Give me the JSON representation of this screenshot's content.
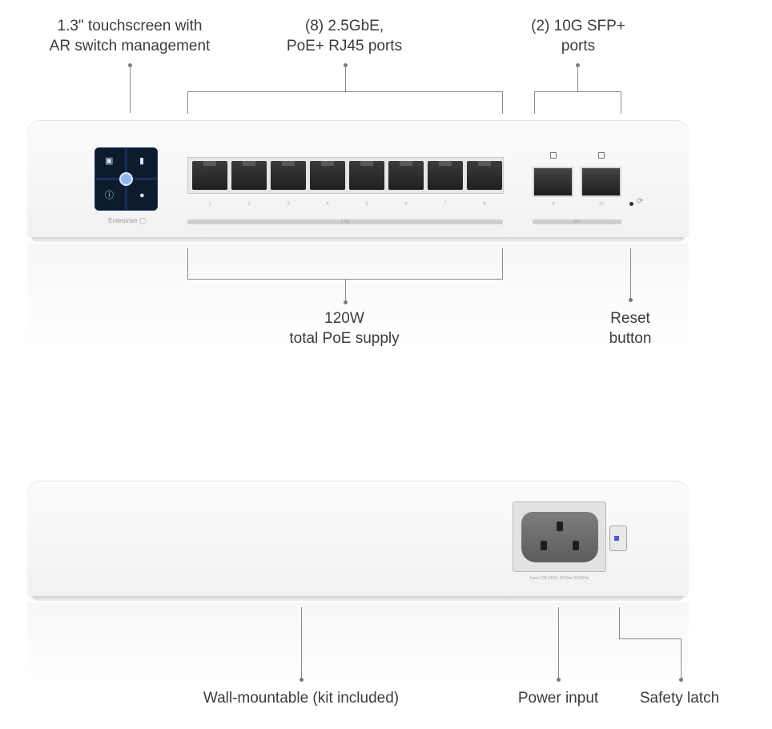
{
  "front_view": {
    "callout_touchscreen": "1.3\" touchscreen with\nAR switch management",
    "callout_rj45": "(8) 2.5GbE,\nPoE+ RJ45 ports",
    "callout_sfp": "(2) 10G SFP+\nports",
    "callout_poe": "120W\ntotal PoE supply",
    "callout_reset": "Reset\nbutton",
    "brand_text": "Enterprise",
    "rj45_ports": [
      "1",
      "2",
      "3",
      "4",
      "5",
      "6",
      "7",
      "8"
    ],
    "rj45_bar_label": "2.5G",
    "sfp_ports": [
      "9",
      "10"
    ],
    "sfp_bar_label": "10G"
  },
  "rear_view": {
    "callout_wall": "Wall-mountable (kit included)",
    "callout_power": "Power input",
    "callout_latch": "Safety latch",
    "power_spec": "Input 100-240V~2A Max 50/60Hz"
  },
  "colors": {
    "device_body": "#f5f5f5",
    "screen": "#0e1a2e",
    "port": "#262626",
    "line": "#8a8a8a"
  },
  "icons": [
    "touchscreen-icon",
    "reset-icon",
    "latch-icon"
  ]
}
